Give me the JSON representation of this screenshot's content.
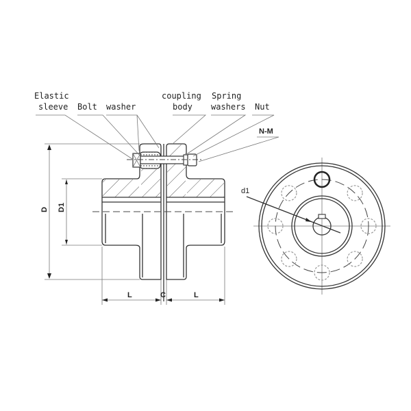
{
  "labels": {
    "elastic": "Elastic",
    "sleeve": "sleeve",
    "bolt": "Bolt",
    "washer": "washer",
    "coupling": "coupling",
    "body": "body",
    "spring": "Spring",
    "washers": "washers",
    "nut": "Nut",
    "nm": "N-M"
  },
  "dimensions": {
    "D": "D",
    "D1": "D1",
    "L_left": "L",
    "C": "C",
    "L_right": "L",
    "d1": "d1"
  }
}
